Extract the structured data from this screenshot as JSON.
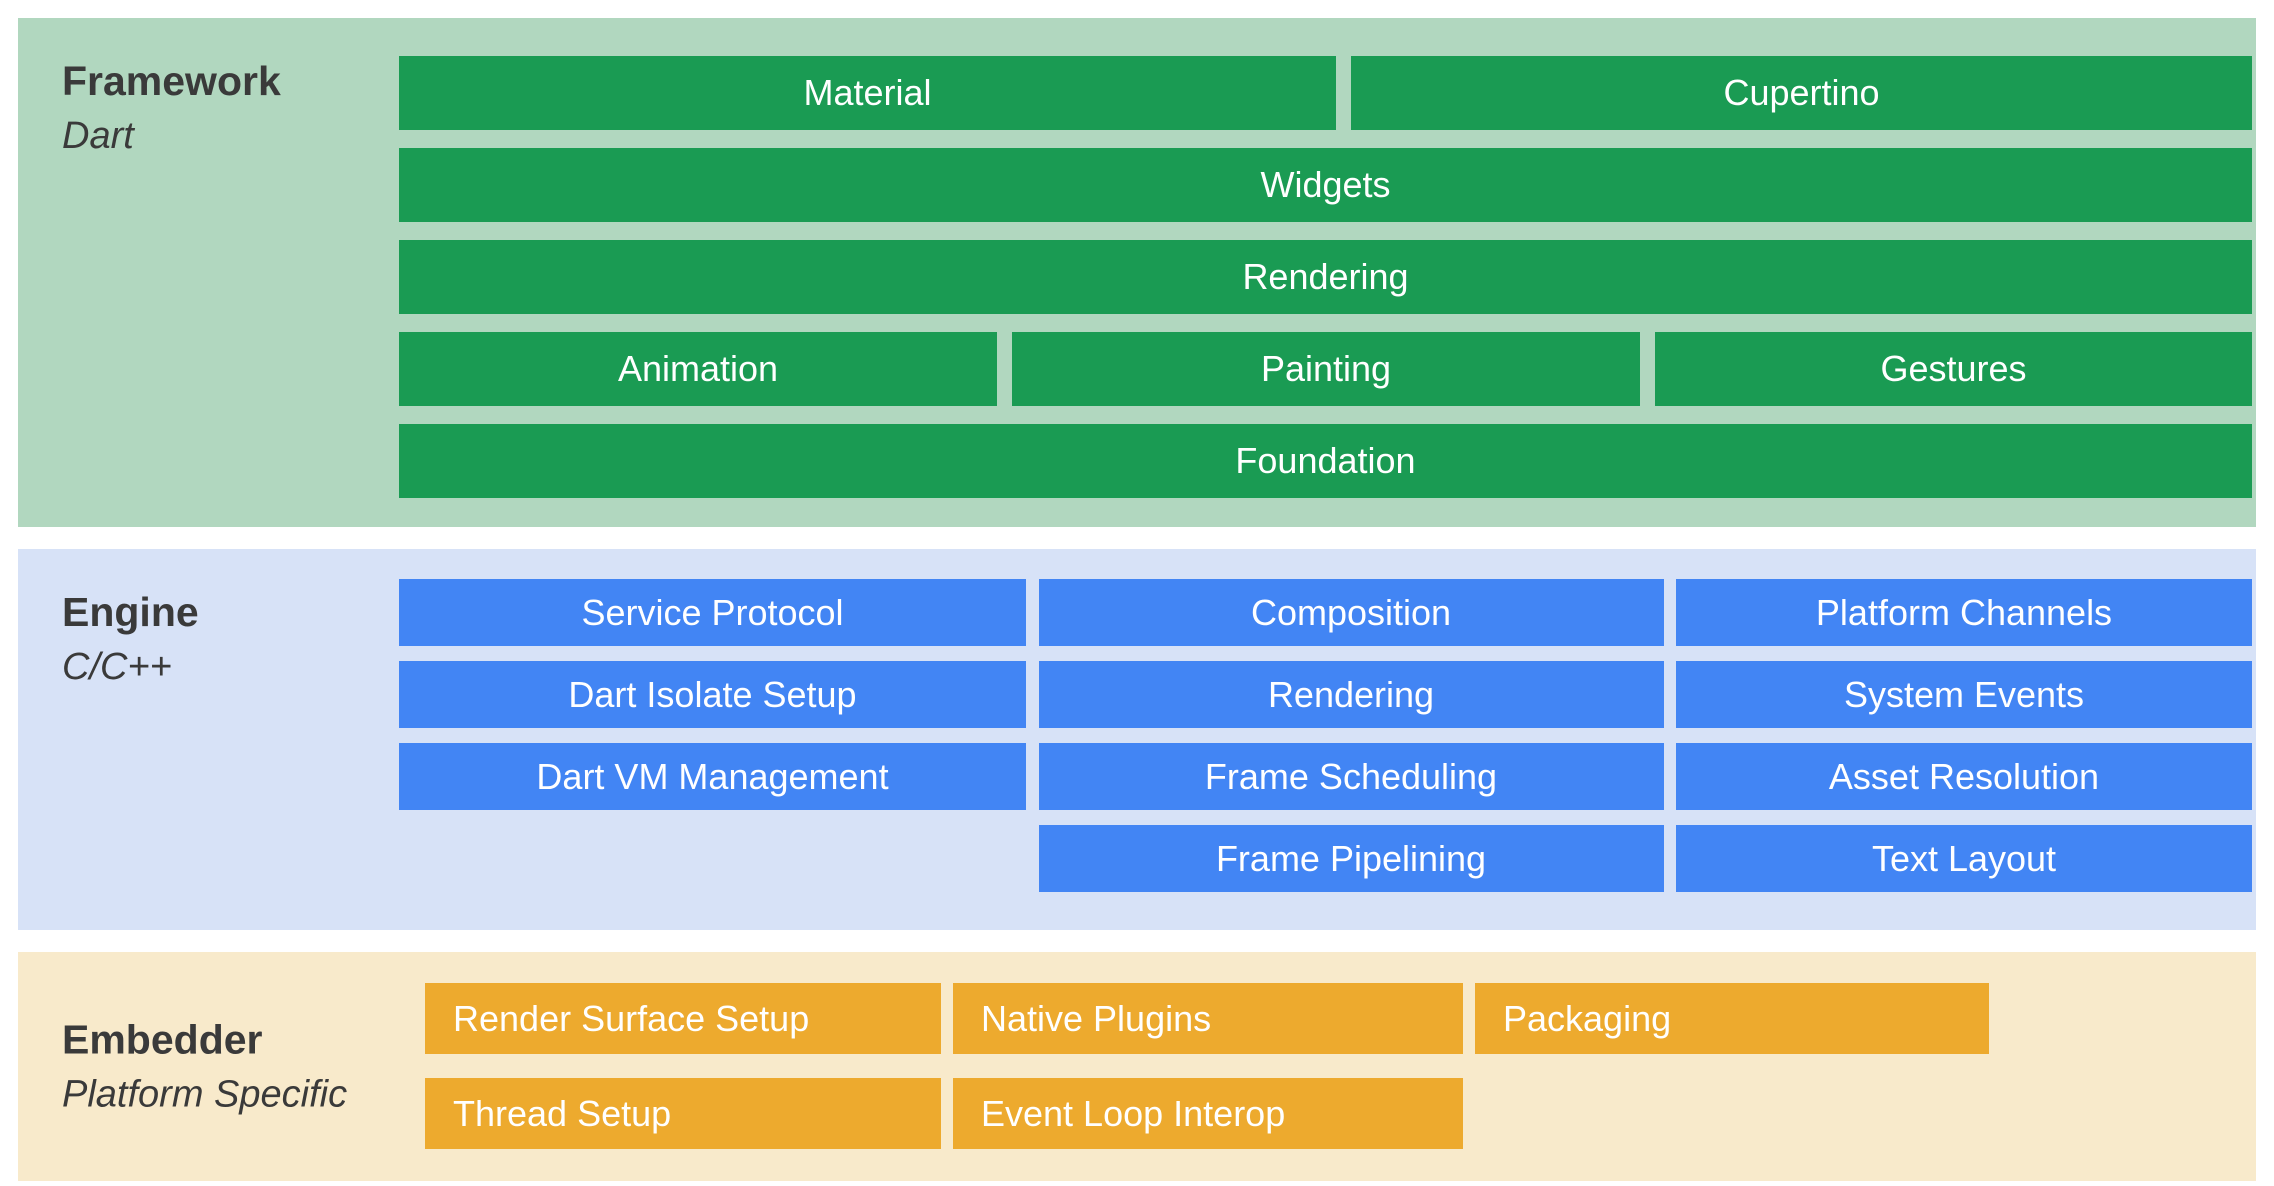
{
  "framework": {
    "title": "Framework",
    "subtitle": "Dart",
    "blocks": {
      "material": "Material",
      "cupertino": "Cupertino",
      "widgets": "Widgets",
      "rendering": "Rendering",
      "animation": "Animation",
      "painting": "Painting",
      "gestures": "Gestures",
      "foundation": "Foundation"
    }
  },
  "engine": {
    "title": "Engine",
    "subtitle": "C/C++",
    "columns": [
      [
        "Service Protocol",
        "Dart Isolate Setup",
        "Dart VM Management"
      ],
      [
        "Composition",
        "Rendering",
        "Frame Scheduling",
        "Frame Pipelining"
      ],
      [
        "Platform Channels",
        "System Events",
        "Asset Resolution",
        "Text Layout"
      ]
    ]
  },
  "embedder": {
    "title": "Embedder",
    "subtitle": "Platform Specific",
    "rows": [
      [
        "Render Surface Setup",
        "Native Plugins",
        "Packaging"
      ],
      [
        "Thread Setup",
        "Event Loop Interop"
      ]
    ]
  },
  "colors": {
    "framework_bg": "#b1d7bf",
    "framework_block": "#1a9b53",
    "engine_bg": "#d7e2f7",
    "engine_block": "#4285f4",
    "embedder_bg": "#f8eacb",
    "embedder_block": "#edaa2e",
    "label_text": "#3a3a3a",
    "block_text": "#ffffff"
  }
}
